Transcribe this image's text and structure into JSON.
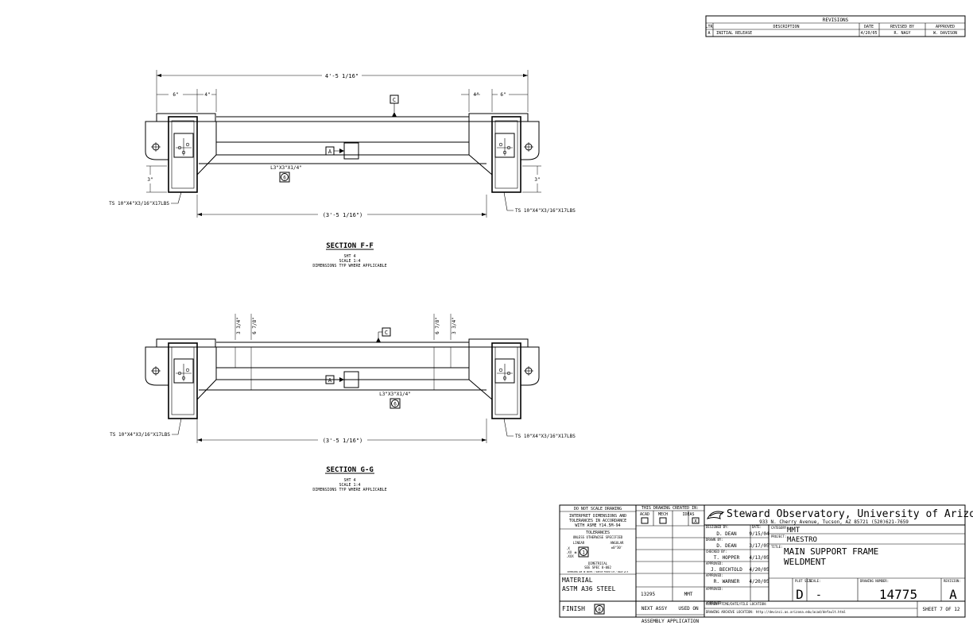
{
  "revisions": {
    "title": "REVISIONS",
    "headers": {
      "ltr": "LTR",
      "description": "DESCRIPTION",
      "date": "DATE",
      "revised_by": "REVISED BY",
      "approved": "APPROVED"
    },
    "rows": [
      {
        "ltr": "A",
        "description": "INITIAL RELEASE",
        "date": "4/20/05",
        "revised_by": "R. NAGY",
        "approved": "W. DAVISON"
      }
    ]
  },
  "section_ff": {
    "overall_dim": "4'-5 1/16\"",
    "dim_6_left": "6\"",
    "dim_4_left": "4\"",
    "dim_4_right": "4\"",
    "dim_6_right": "6\"",
    "dim_3_left": "3\"",
    "dim_3_right": "3\"",
    "inner_dim": "(3'-5 1/16\")",
    "datum_c": "C",
    "datum_a": "A",
    "angle_label": "L3\"X3\"X1/4\"",
    "item_balloon": "6",
    "tube_left": "TS 10\"X4\"X3/16\"X17LBS",
    "tube_right": "TS 10\"X4\"X3/16\"X17LBS",
    "title": "SECTION F-F",
    "sheet": "SHT 4",
    "scale": "SCALE 1:4",
    "note": "DIMENSIONS TYP WHERE APPLICABLE"
  },
  "section_gg": {
    "dim_a_left": "3 3/4\"",
    "dim_b_left": "6 7/8\"",
    "dim_b_right": "6 7/8\"",
    "dim_a_right": "3 3/4\"",
    "inner_dim": "(3'-5 1/16\")",
    "datum_c": "C",
    "datum_a": "A",
    "angle_label": "L3\"X3\"X1/4\"",
    "item_balloon": "6",
    "tube_left": "TS 10\"X4\"X3/16\"X17LBS",
    "tube_right": "TS 10\"X4\"X3/16\"X17LBS",
    "title": "SECTION G-G",
    "sheet": "SHT 4",
    "scale": "SCALE 1:4",
    "note": "DIMENSIONS TYP WHERE APPLICABLE"
  },
  "title_block": {
    "do_not_scale": "DO NOT SCALE DRAWING",
    "interpret_1": "INTERPRET DIMENSIONS AND",
    "interpret_2": "TOLERANCES IN ACCORDANCE",
    "interpret_3": "WITH ASME Y14.5M-94",
    "tolerances": "TOLERANCES",
    "unless": "UNLESS OTHERWISE SPECIFIED",
    "linear": "LINEAR",
    "angular": "ANGULAR",
    "angular_val": "±0°30'",
    "tol_x": ".X",
    "tol_xx": ".XX",
    "tol_xxx": ".XXX",
    "tol_balloon": "1",
    "dimetrical": "DIMETRICAL",
    "spec": "SEE SPEC 8-002",
    "tiny_note": "DIMENSIONS ARE IN INCHES / SURFACE FINISH 125 / ANGLE ±0.5",
    "created_in": "THIS DRAWING CREATED IN:",
    "acad": "ACAD",
    "mech": "MECH",
    "ideas": "IDEAS",
    "ideas_mark": "X",
    "material_label": "MATERIAL",
    "material": "ASTM A36 STEEL",
    "finish_label": "FINISH",
    "finish_balloon": "8",
    "next_assy_num": "13295",
    "used_on_val": "MMT",
    "next_assy": "NEXT ASSY",
    "used_on": "USED ON",
    "assembly_app": "ASSEMBLY APPLICATION",
    "org": "Steward Observatory, University of Arizona",
    "address": "933 N. Cherry Avenue, Tucson, AZ 85721   (520)621-7659",
    "designed_by_label": "DESIGNED BY:",
    "designed_by": "D. DEAN",
    "date_label": "DATE:",
    "designed_date": "9/15/04",
    "drawn_by_label": "DRAWN BY:",
    "drawn_by": "D. DEAN",
    "drawn_date": "3/17/05",
    "checked_by_label": "CHECKED BY:",
    "checked_by": "T. HOPPER",
    "checked_date": "4/13/05",
    "approved1_label": "APPROVED:",
    "approved1": "J. BECHTOLD",
    "approved1_date": "4/20/05",
    "approved2_label": "APPROVED:",
    "approved2": "R. WARNER",
    "approved2_date": "4/20/05",
    "approved3_label": "APPROVED:",
    "approved4_label": "APPROVED:",
    "category_label": "CATEGORY:",
    "category": "MMT",
    "project_label": "PROJECT:",
    "project": "MAESTRO",
    "title_label": "TITLE:",
    "title_1": "MAIN SUPPORT FRAME",
    "title_2": "WELDMENT",
    "plot_size_label": "PLOT SIZE",
    "plot_size": "D",
    "scale_label": "SCALE:",
    "scale": "-",
    "drawing_number_label": "DRAWING NUMBER:",
    "drawing_number": "14775",
    "revision_label": "REVISION:",
    "revision": "A",
    "current_time_label": "CURRENT TIME/DATE/FILE LOCATION:",
    "archive_label": "DRAWING ARCHIVE LOCATION: http://devinci.as.arizona.edu/acad/default.html",
    "sheet": "SHEET 7 OF 12"
  }
}
